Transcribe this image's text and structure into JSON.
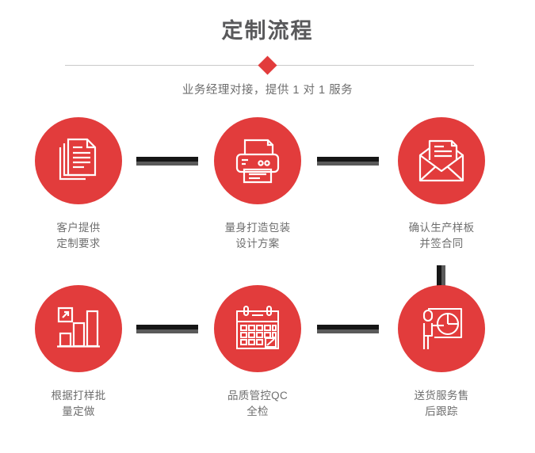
{
  "header": {
    "title": "定制流程",
    "subtitle": "业务经理对接，提供 1 对 1 服务",
    "diamond_color": "#e23c3c",
    "title_color": "#59595b",
    "divider_color": "#c9c9c9"
  },
  "theme": {
    "accent": "#e23c3c",
    "label_text": "#6e6e6e",
    "connector_dark": "#161616",
    "connector_gray": "#5a5a5a",
    "background": "#ffffff"
  },
  "flow": {
    "steps": [
      {
        "index": 1,
        "icon": "documents-icon",
        "label": "客户提供\n定制要求"
      },
      {
        "index": 2,
        "icon": "printer-icon",
        "label": "量身打造包装\n设计方案"
      },
      {
        "index": 3,
        "icon": "envelope-letter-icon",
        "label": "确认生产样板\n并签合同"
      },
      {
        "index": 4,
        "icon": "bar-chart-growth-icon",
        "label": "根据打样批\n量定做"
      },
      {
        "index": 5,
        "icon": "calendar-check-icon",
        "label": "品质管控QC\n全检"
      },
      {
        "index": 6,
        "icon": "presenter-pie-chart-icon",
        "label": "送货服务售\n后跟踪"
      }
    ],
    "connectors": [
      {
        "id": "r1-c1-c2",
        "orientation": "horizontal"
      },
      {
        "id": "r1-c2-c3",
        "orientation": "horizontal"
      },
      {
        "id": "c3-down",
        "orientation": "vertical"
      },
      {
        "id": "r2-c1-c2",
        "orientation": "horizontal"
      },
      {
        "id": "r2-c2-c3",
        "orientation": "horizontal"
      }
    ]
  }
}
